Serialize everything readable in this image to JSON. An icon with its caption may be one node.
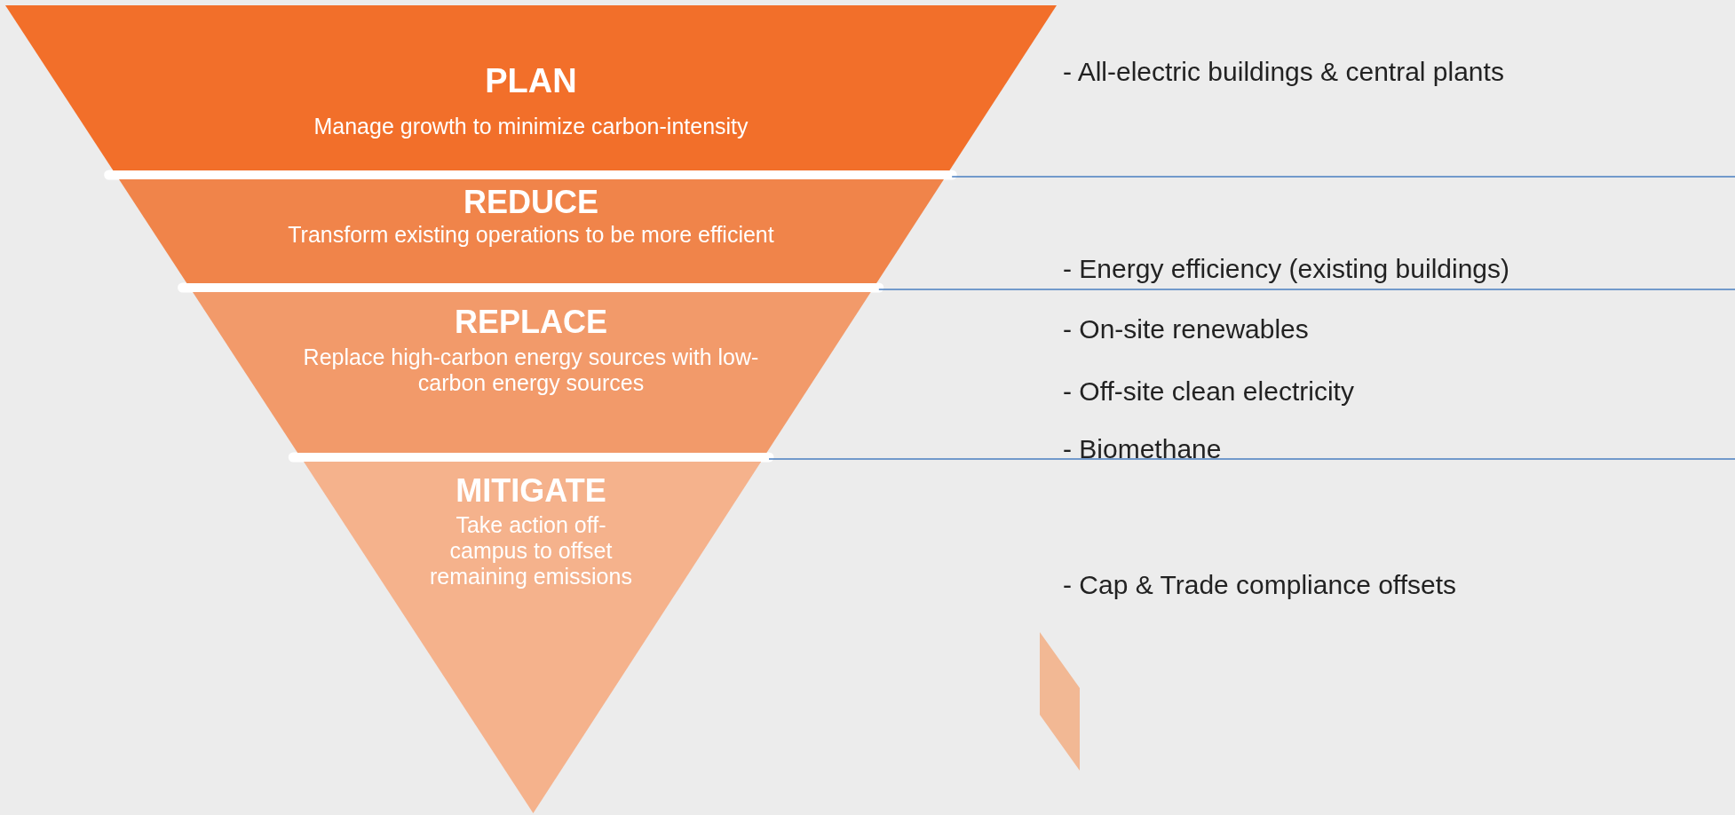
{
  "diagram": {
    "nodes": [
      {
        "text": [
          "PLAN",
          "Manage growth to minimize carbon-intensity"
        ]
      },
      {
        "text": [
          "REDUCE",
          "Transform existing operations to be more efficient"
        ]
      },
      {
        "text": [
          "REPLACE",
          "Replace high-carbon energy sources with low-carbon energy sources"
        ]
      },
      {
        "text": [
          "MITIGATE",
          "Take action off-campus to offset remaining emissions"
        ]
      }
    ],
    "labels": [
      "- All-electric buildings & central plants",
      "- Energy efficiency (existing buildings)",
      "- On-site renewables",
      "- Off-site clean electricity",
      "- Biomethane",
      "- Cap & Trade compliance offsets"
    ]
  }
}
